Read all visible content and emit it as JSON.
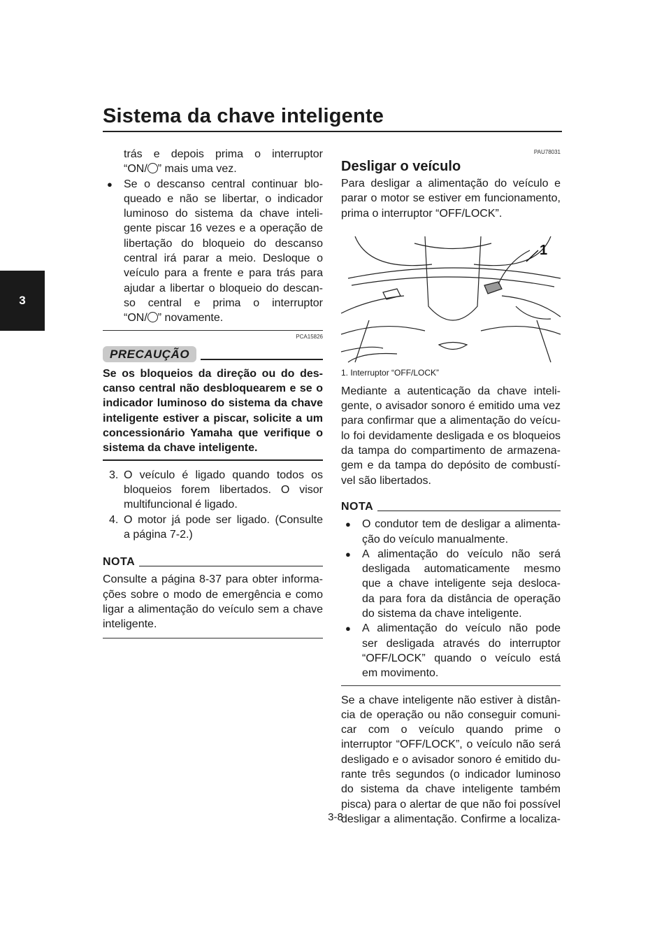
{
  "header": {
    "title": "Sistema da chave inteligente",
    "chapter_tab": "3"
  },
  "left": {
    "p1_l1": "trás e depois prima o interruptor",
    "p1_l2": "“ON/",
    "p1_l2b": "” mais uma vez.",
    "bullet1": [
      "Se o descanso central continuar blo-",
      "queado e não se libertar, o indicador",
      "luminoso do sistema da chave inteli-",
      "gente piscar 16 vezes e a operação de",
      "libertação do bloqueio do descanso",
      "central irá parar a meio. Desloque o",
      "veículo para a frente e para trás para",
      "ajudar a libertar o bloqueio do descan-",
      "so central e prima o interruptor"
    ],
    "bullet1_last": "“ON/",
    "bullet1_lastb": "” novamente.",
    "caution_code": "PCA15826",
    "caution_label": "PRECAUÇÃO",
    "caution_text": [
      "Se os bloqueios da direção ou do des-",
      "canso central não desbloquearem e se o",
      "indicador luminoso do sistema da chave",
      "inteligente estiver a piscar, solicite a um",
      "concessionário Yamaha que verifique o",
      "sistema da chave inteligente."
    ],
    "step3_num": "3.",
    "step3": [
      "O veículo é ligado quando todos os",
      "bloqueios forem libertados. O visor",
      "multifuncional é ligado."
    ],
    "step4_num": "4.",
    "step4": [
      "O motor já pode ser ligado. (Consulte",
      "a página 7-2.)"
    ],
    "nota_label": "NOTA",
    "nota_text": [
      "Consulte a página 8-37 para obter informa-",
      "ções sobre o modo de emergência e como",
      "ligar a alimentação do veículo sem a chave",
      "inteligente."
    ]
  },
  "right": {
    "code": "PAU78031",
    "section_title": "Desligar o veículo",
    "intro": [
      "Para desligar a alimentação do veículo e",
      "parar o motor se estiver em funcionamento,",
      "prima o interruptor “OFF/LOCK”."
    ],
    "figure_callout": "1",
    "figure_caption": "1.  Interruptor “OFF/LOCK”",
    "para2": [
      "Mediante a autenticação da chave inteli-",
      "gente, o avisador sonoro é emitido uma vez",
      "para confirmar que a alimentação do veícu-",
      "lo foi devidamente desligada e os bloqueios",
      "da tampa do compartimento de armazena-",
      "gem e da tampa do depósito de combustí-",
      "vel são libertados."
    ],
    "nota_label": "NOTA",
    "nota_bullets": [
      [
        "O condutor tem de desligar a alimenta-",
        "ção do veículo manualmente."
      ],
      [
        "A alimentação do veículo não será",
        "desligada automaticamente mesmo",
        "que a chave inteligente seja desloca-",
        "da para fora da distância de operação",
        "do sistema da chave inteligente."
      ],
      [
        "A alimentação do veículo não pode",
        "ser desligada através do interruptor",
        "“OFF/LOCK” quando o veículo está",
        "em movimento."
      ]
    ],
    "para3": [
      "Se a chave inteligente não estiver à distân-",
      "cia de operação ou não conseguir comuni-",
      "car com o veículo quando prime o",
      "interruptor “OFF/LOCK”, o veículo não será",
      "desligado e o avisador sonoro é emitido du-",
      "rante três segundos (o indicador luminoso",
      "do sistema da chave inteligente também",
      "pisca) para o alertar de que não foi possível",
      "desligar a alimentação. Confirme a localiza-"
    ]
  },
  "footer": {
    "page_number": "3-8"
  }
}
